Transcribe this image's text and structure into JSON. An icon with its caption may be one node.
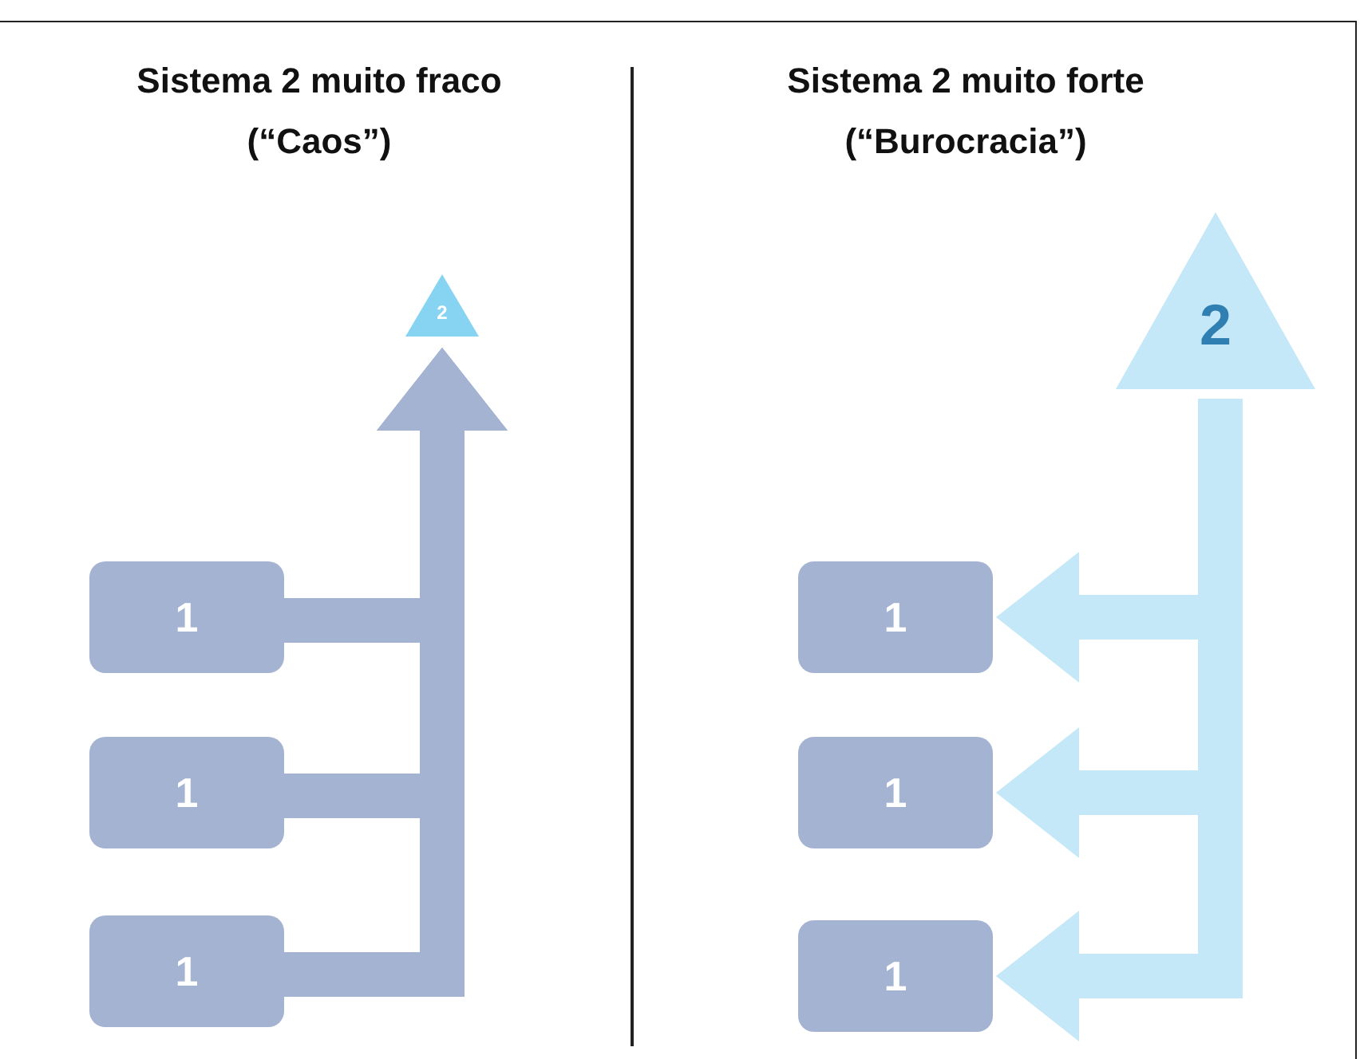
{
  "diagram": {
    "nodes": [
      {
        "text": [
          "1"
        ]
      },
      {
        "text": [
          "1"
        ]
      },
      {
        "text": [
          "1"
        ]
      },
      {
        "text": [
          "2"
        ]
      },
      {
        "text": [
          "2"
        ]
      },
      {
        "text": [
          "1"
        ]
      },
      {
        "text": [
          "1"
        ]
      },
      {
        "text": [
          "1"
        ]
      }
    ],
    "edges": [
      {
        "from": 0,
        "to": 3,
        "arrow": "to",
        "color": "#a3b3d1"
      },
      {
        "from": 1,
        "to": 3,
        "arrow": "to",
        "color": "#a3b3d1"
      },
      {
        "from": 2,
        "to": 3,
        "arrow": "to",
        "color": "#a3b3d1"
      },
      {
        "from": 4,
        "to": 5,
        "arrow": "to",
        "color": "#c4e8f7"
      },
      {
        "from": 4,
        "to": 6,
        "arrow": "to",
        "color": "#c4e8f7"
      },
      {
        "from": 4,
        "to": 7,
        "arrow": "to",
        "color": "#c4e8f7"
      }
    ],
    "labels": [
      "Sistema 2 muito fraco (“Caos”)",
      "Sistema 2 muito forte (“Burocracia”)"
    ]
  }
}
